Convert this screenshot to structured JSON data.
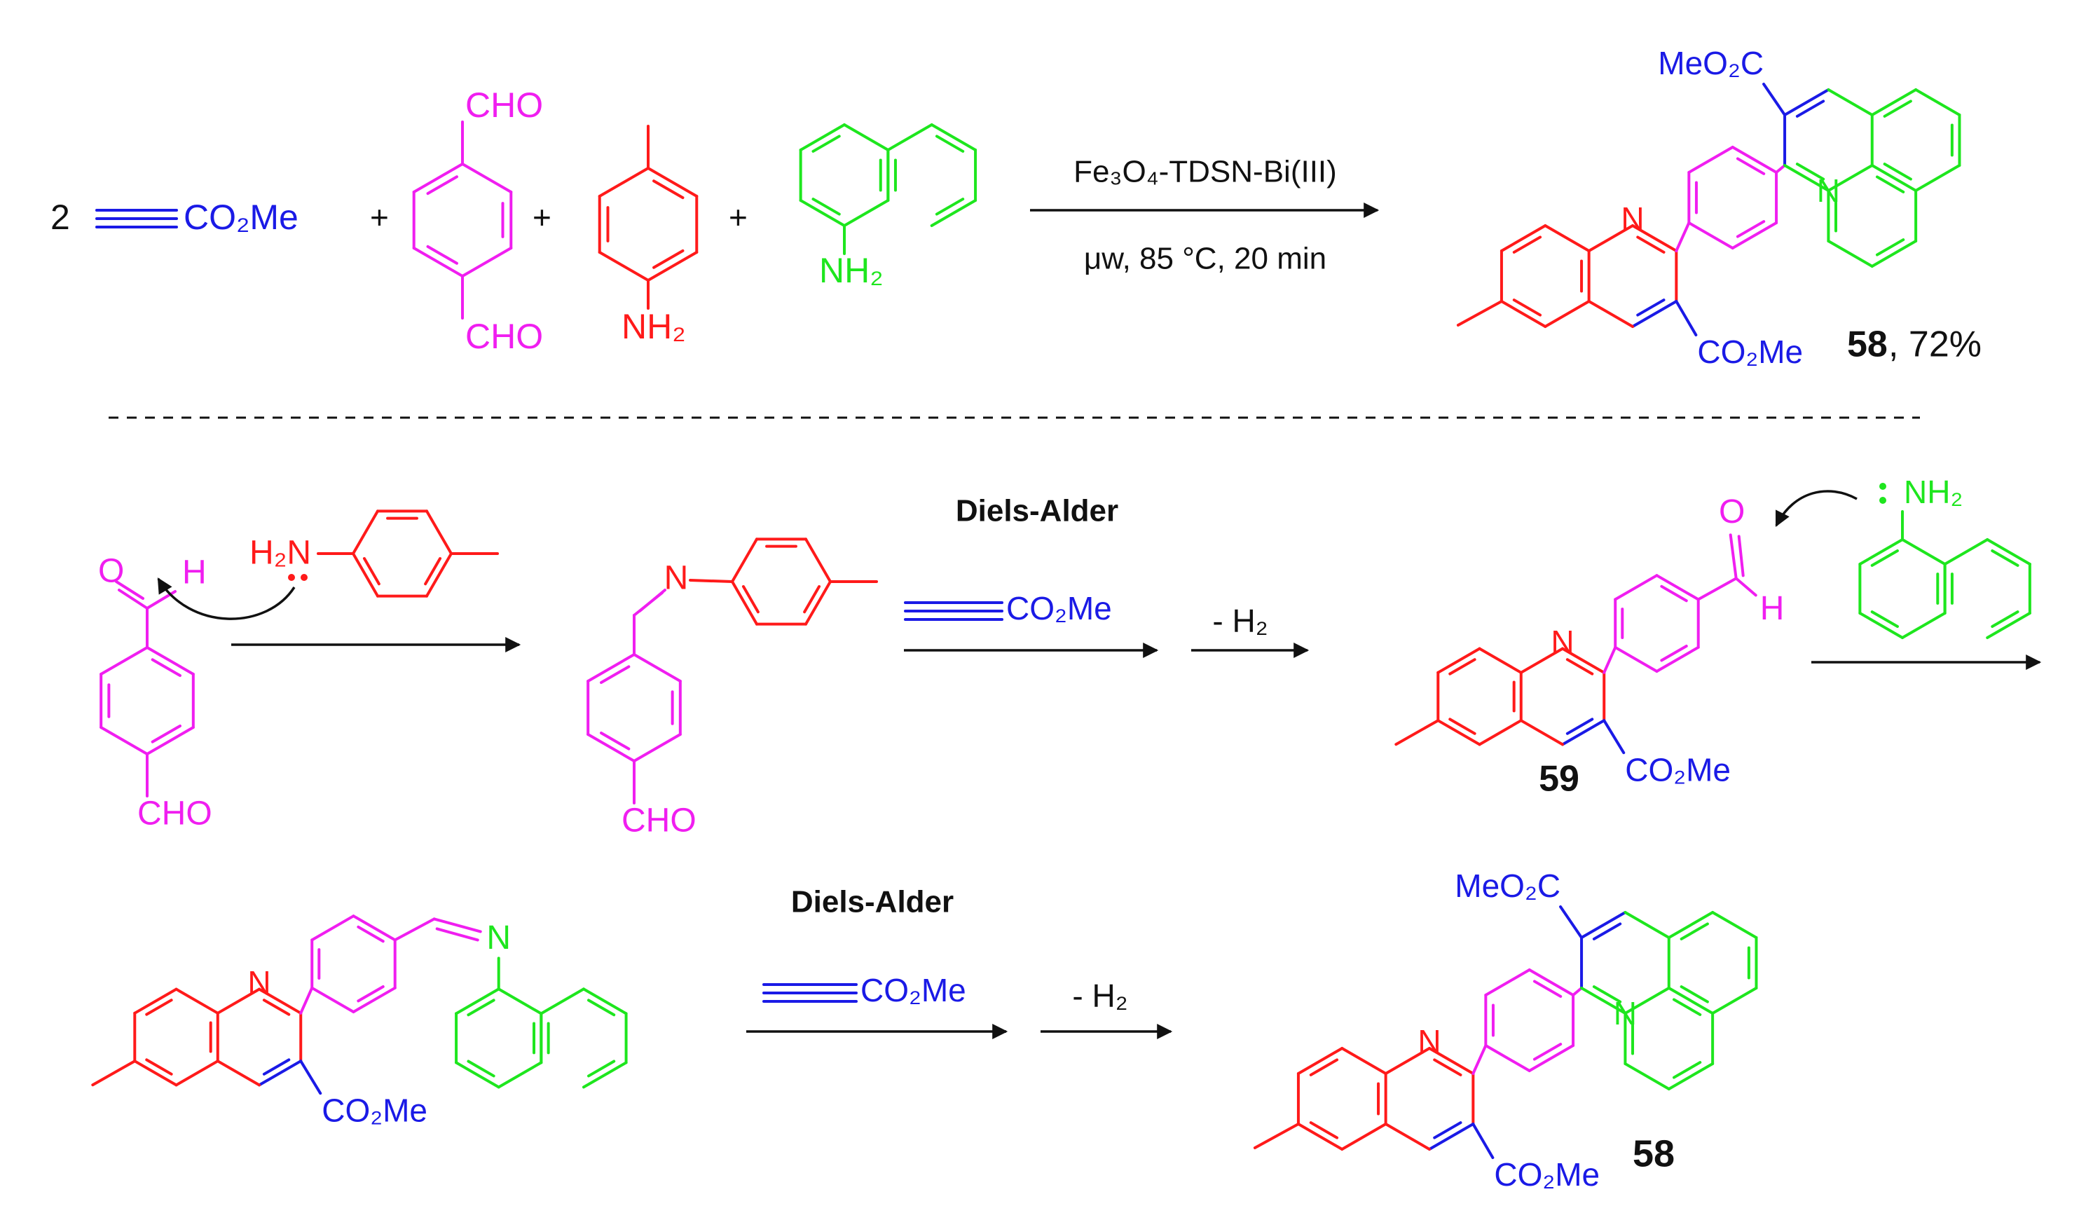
{
  "colors": {
    "alkyne": "#1a1ae6",
    "aldehyde": "#f01ef0",
    "toluidine": "#ff1a1a",
    "naphthylamine": "#1ee61e",
    "ink": "#111111"
  },
  "top": {
    "coefficient": "2",
    "reagent_alkyne": "CO₂Me",
    "reagent_dialdehyde": {
      "cho_top": "CHO",
      "cho_bottom": "CHO"
    },
    "reagent_toluidine": {
      "amine": "NH₂"
    },
    "reagent_naphthylamine": {
      "amine": "NH₂"
    },
    "plus_signs": [
      "+",
      "+",
      "+"
    ],
    "catalyst": "Fe₃O₄-TDSN-Bi(III)",
    "conditions": "μw, 85 °C, 20 min",
    "product": {
      "ester_top": "MeO₂C",
      "ester_bottom": "CO₂Me",
      "n_quinoline": "N",
      "n_benzo": "N",
      "number": "58",
      "yield": ", 72%"
    }
  },
  "mechanism_row1": {
    "aldehyde": {
      "o": "O",
      "h": "H",
      "cho": "CHO"
    },
    "toluidine": {
      "amine": "H₂N"
    },
    "imine": {
      "n": "N",
      "cho": "CHO"
    },
    "step_diels_alder": "Diels-Alder",
    "alkyne_label": "CO₂Me",
    "step_minus_h2": "- H₂",
    "intermediate": {
      "n": "N",
      "o": "O",
      "h": "H",
      "ester": "CO₂Me",
      "number": "59"
    },
    "naphthylamine": {
      "amine": "NH₂"
    }
  },
  "mechanism_row2": {
    "imine2": {
      "n_quinoline": "N",
      "n_imine": "N",
      "ester": "CO₂Me"
    },
    "step_diels_alder": "Diels-Alder",
    "alkyne_label": "CO₂Me",
    "step_minus_h2": "- H₂",
    "product": {
      "ester_top": "MeO₂C",
      "ester_bottom": "CO₂Me",
      "n_quinoline": "N",
      "n_benzo": "N",
      "number": "58"
    }
  }
}
